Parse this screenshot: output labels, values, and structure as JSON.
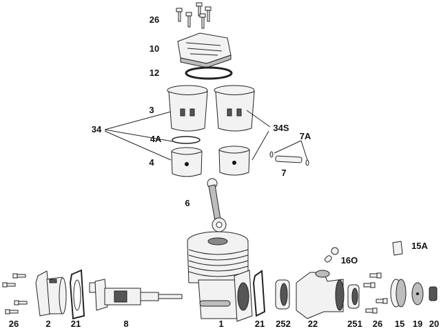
{
  "diagram": {
    "type": "exploded-parts-view",
    "labels": {
      "screws_top": "26",
      "head": "10",
      "head_gasket": "12",
      "liner": "3",
      "liner_piston_set": "34",
      "piston_ring": "4A",
      "piston": "4",
      "liner_piston_set_s": "34S",
      "wrist_pin_clips": "7A",
      "wrist_pin": "7",
      "con_rod": "6",
      "carb_part": "16O",
      "spinner_nut": "15A",
      "screws_rear": "26",
      "backplate": "2",
      "gasket_rear": "21",
      "crankshaft": "8",
      "crankcase": "1",
      "gasket_front": "21",
      "bearing_rear": "252",
      "front_housing": "22",
      "bearing_front": "251",
      "screws_front": "26",
      "drive_hub": "15",
      "washer": "19",
      "prop_nut": "20"
    }
  }
}
